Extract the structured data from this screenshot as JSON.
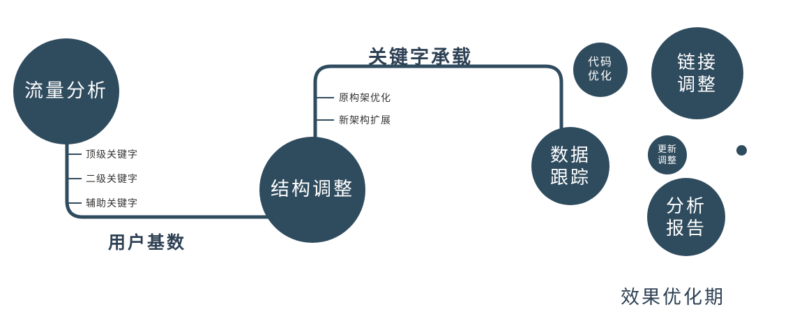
{
  "colors": {
    "node_fill": "#2F4B5E",
    "connector": "#2F4B5E",
    "node_text": "#ffffff",
    "branch_text": "#333333",
    "title_text": "#2E4154",
    "background": "#ffffff"
  },
  "nodes": {
    "traffic": {
      "label": "流量分析"
    },
    "structure": {
      "label": "结构调整"
    },
    "tracking": {
      "line1": "数据",
      "line2": "跟踪"
    },
    "code": {
      "line1": "代码",
      "line2": "优化"
    },
    "link": {
      "line1": "链接",
      "line2": "调整"
    },
    "update": {
      "line1": "更新",
      "line2": "调整"
    },
    "report": {
      "line1": "分析",
      "line2": "报告"
    }
  },
  "branches": {
    "traffic": [
      "顶级关键字",
      "二级关键字",
      "辅助关键字"
    ],
    "structure": [
      "原构架优化",
      "新架构扩展"
    ]
  },
  "edges": {
    "user_base": "用户基数",
    "keyword_carry": "关键字承载"
  },
  "footer": "效果优化期"
}
